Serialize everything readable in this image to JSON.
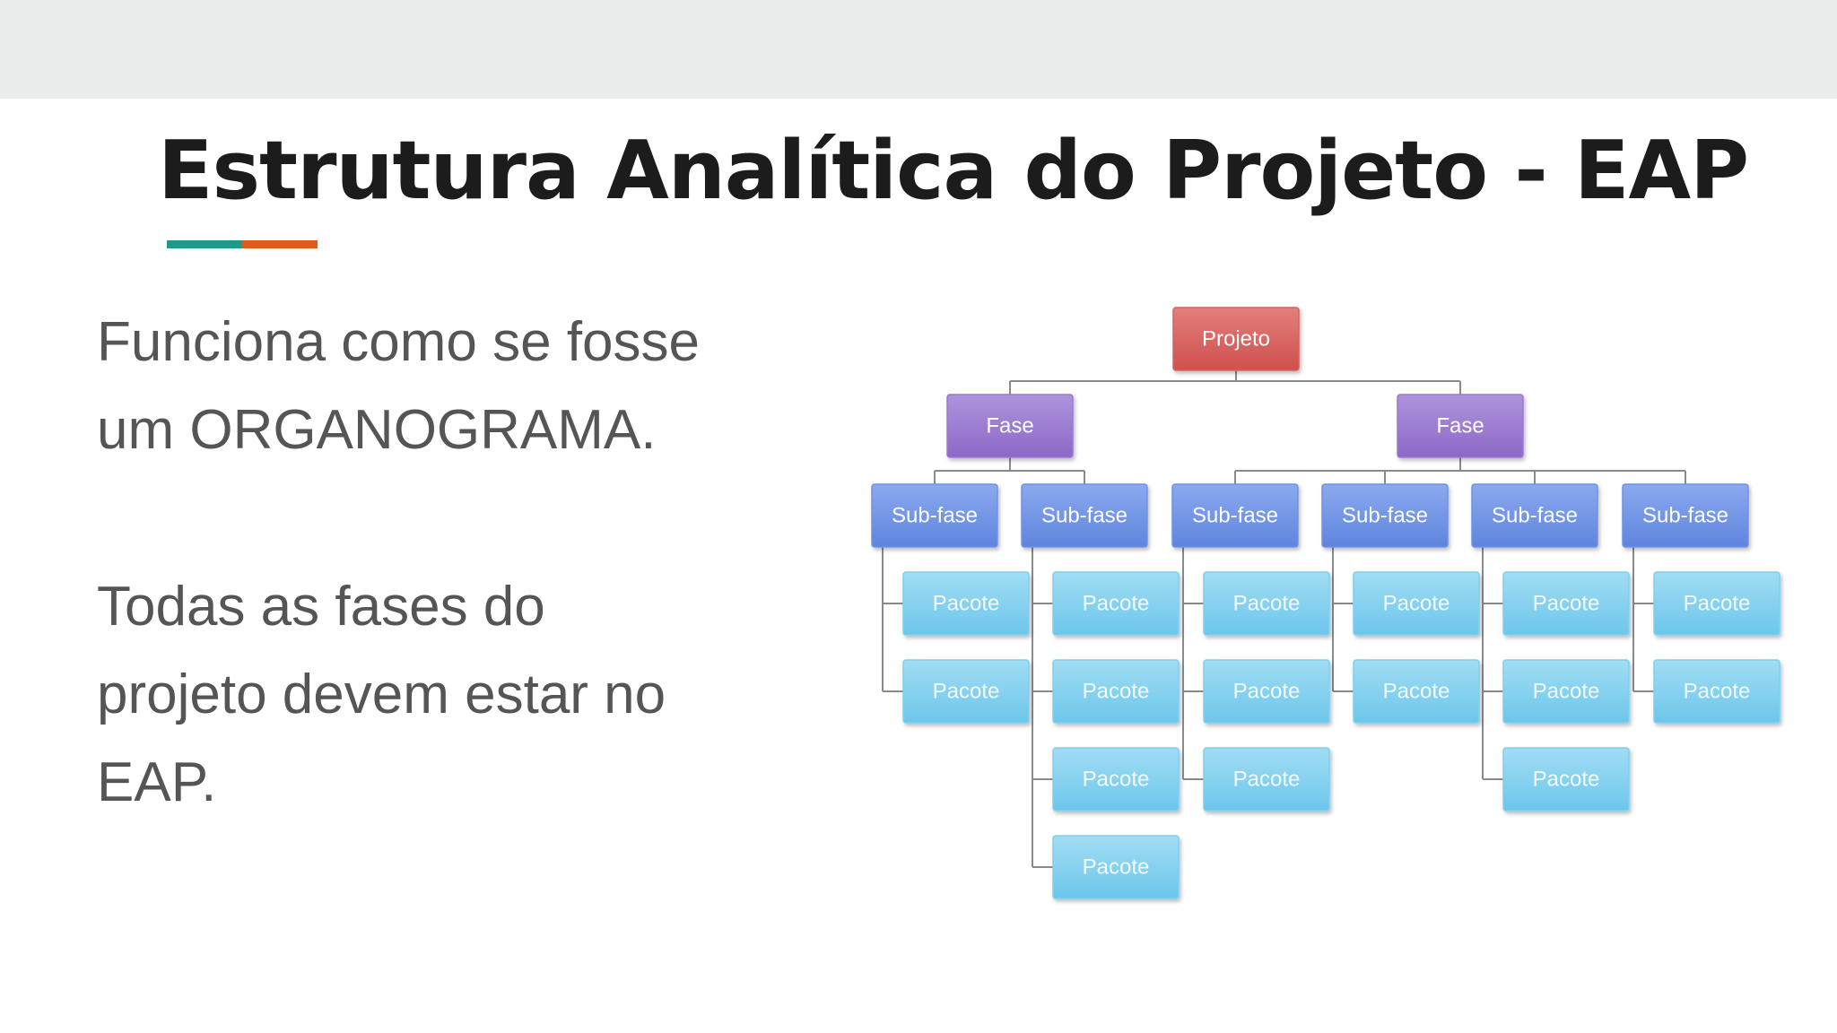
{
  "slide": {
    "title": "Estrutura Analítica do Projeto - EAP",
    "accent_colors": [
      "#1f9a8a",
      "#e15a1c"
    ],
    "paragraphs": [
      [
        "Funciona como se fosse",
        "um ORGANOGRAMA."
      ],
      [
        "Todas as fases do",
        "projeto devem estar no",
        "EAP."
      ]
    ]
  },
  "wbs": {
    "colors": {
      "projeto": "#d9615e",
      "fase": "#9a79d0",
      "subfase": "#6f92e4",
      "pacote": "#7ecfee",
      "connector": "#8a8a8a"
    },
    "root": {
      "label": "Projeto",
      "phases": [
        {
          "label": "Fase",
          "subphases": [
            {
              "label": "Sub-fase",
              "packages": [
                "Pacote",
                "Pacote"
              ]
            },
            {
              "label": "Sub-fase",
              "packages": [
                "Pacote",
                "Pacote",
                "Pacote",
                "Pacote"
              ]
            }
          ]
        },
        {
          "label": "Fase",
          "subphases": [
            {
              "label": "Sub-fase",
              "packages": [
                "Pacote",
                "Pacote",
                "Pacote"
              ]
            },
            {
              "label": "Sub-fase",
              "packages": [
                "Pacote",
                "Pacote"
              ]
            },
            {
              "label": "Sub-fase",
              "packages": [
                "Pacote",
                "Pacote",
                "Pacote"
              ]
            },
            {
              "label": "Sub-fase",
              "packages": [
                "Pacote",
                "Pacote"
              ]
            }
          ]
        }
      ]
    }
  }
}
